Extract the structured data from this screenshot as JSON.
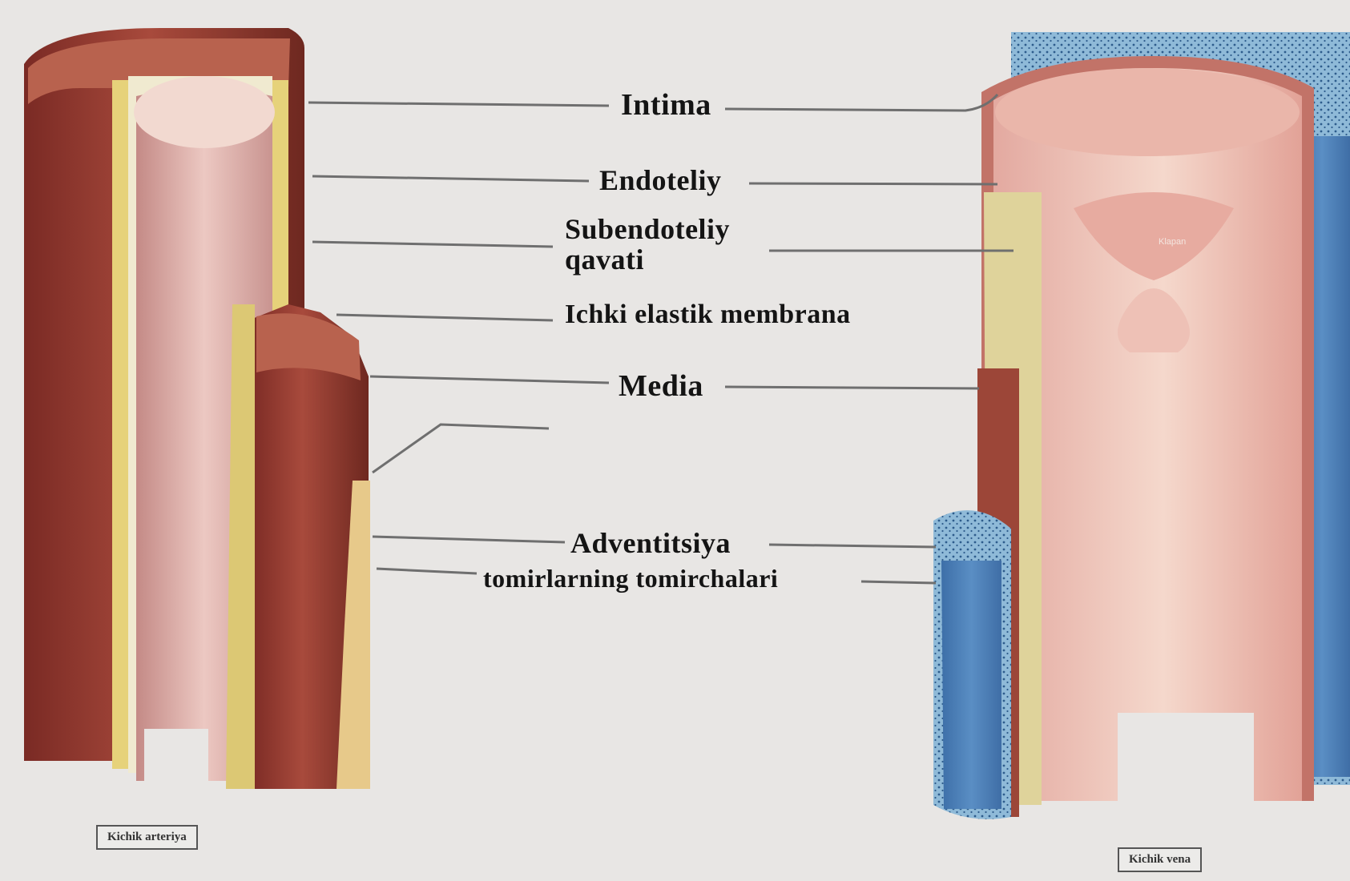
{
  "labels": {
    "intima": "Intima",
    "endoteliy": "Endoteliy",
    "subendoteliy_line1": "Subendoteliy",
    "subendoteliy_line2": "qavati",
    "ichki_elastik": "Ichki elastik membrana",
    "media": "Media",
    "adventitsiya": "Adventitsiya",
    "tomirlarning": "tomirlarning tomirchalari"
  },
  "captions": {
    "artery": "Kichik arteriya",
    "vein": "Kichik vena"
  },
  "vein_inner_label": "Klapan"
}
